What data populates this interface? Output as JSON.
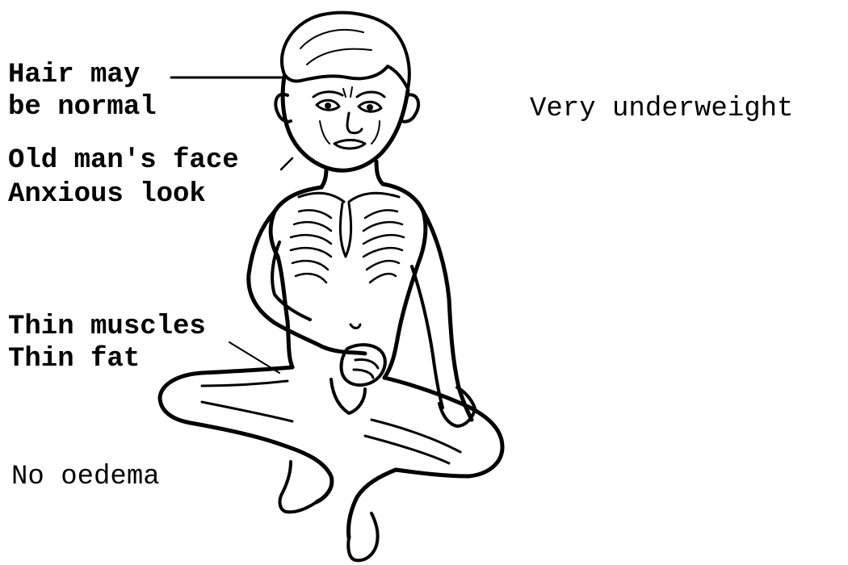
{
  "labels": {
    "hair_line1": "Hair may",
    "hair_line2": "be normal",
    "face_line1": "Old man's face",
    "face_line2": "Anxious look",
    "muscles_line1": "Thin muscles",
    "muscles_line2": "Thin fat",
    "oedema": "No oedema",
    "weight": "Very underweight"
  },
  "colors": {
    "ink": "#000000",
    "background": "#ffffff"
  }
}
